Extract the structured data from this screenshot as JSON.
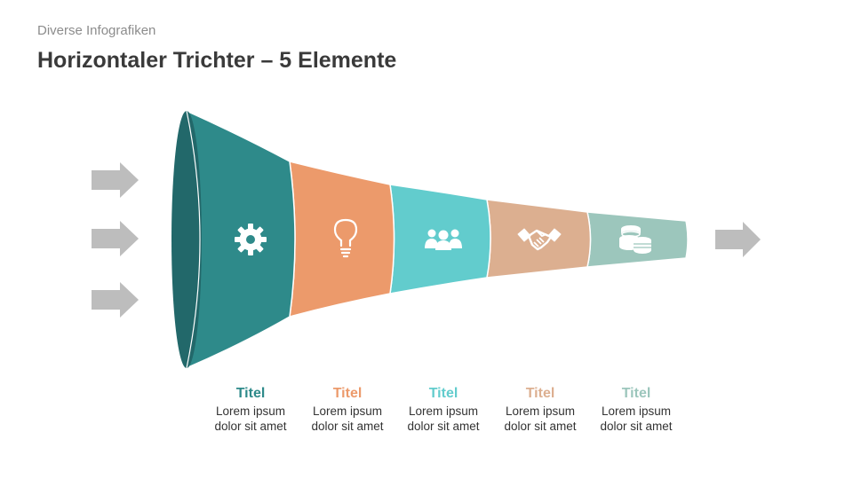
{
  "header": {
    "subtitle": "Diverse Infografiken",
    "title": "Horizontaler Trichter – 5 Elemente"
  },
  "colors": {
    "rim": "#22686a",
    "arrow": "#bdbdbd",
    "icon": "#ffffff",
    "text": "#333333"
  },
  "segments": [
    {
      "title": "Titel",
      "line1": "Lorem ipsum",
      "line2": "dolor sit amet",
      "color": "#2e8a8a",
      "icon": "gear-icon"
    },
    {
      "title": "Titel",
      "line1": "Lorem ipsum",
      "line2": "dolor sit amet",
      "color": "#ec9a6b",
      "icon": "lightbulb-icon"
    },
    {
      "title": "Titel",
      "line1": "Lorem ipsum",
      "line2": "dolor sit amet",
      "color": "#62cccd",
      "icon": "team-icon"
    },
    {
      "title": "Titel",
      "line1": "Lorem ipsum",
      "line2": "dolor sit amet",
      "color": "#dcaf90",
      "icon": "handshake-icon"
    },
    {
      "title": "Titel",
      "line1": "Lorem ipsum",
      "line2": "dolor sit amet",
      "color": "#9cc6bc",
      "icon": "coins-icon"
    }
  ]
}
